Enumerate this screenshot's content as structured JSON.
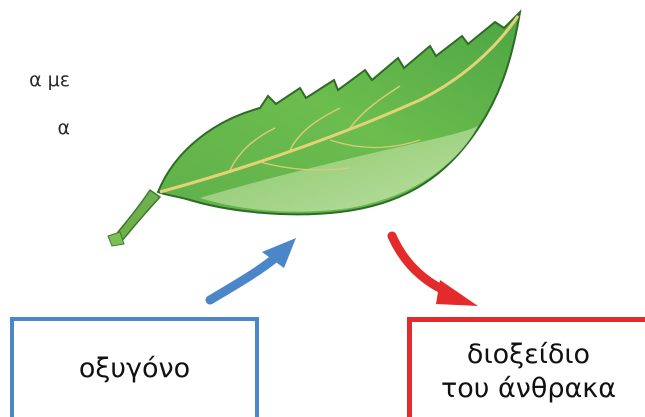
{
  "top_left_text": {
    "line1": "α με",
    "line2": "α"
  },
  "labels": {
    "oxygen": "οξυγόνο",
    "co2_line1": "διοξείδιο",
    "co2_line2": "του άνθρακα"
  },
  "colors": {
    "oxygen_arrow": "#4a86c8",
    "co2_arrow": "#e32b2b",
    "leaf_light": "#9fd070",
    "leaf_dark": "#3f9a3a"
  }
}
